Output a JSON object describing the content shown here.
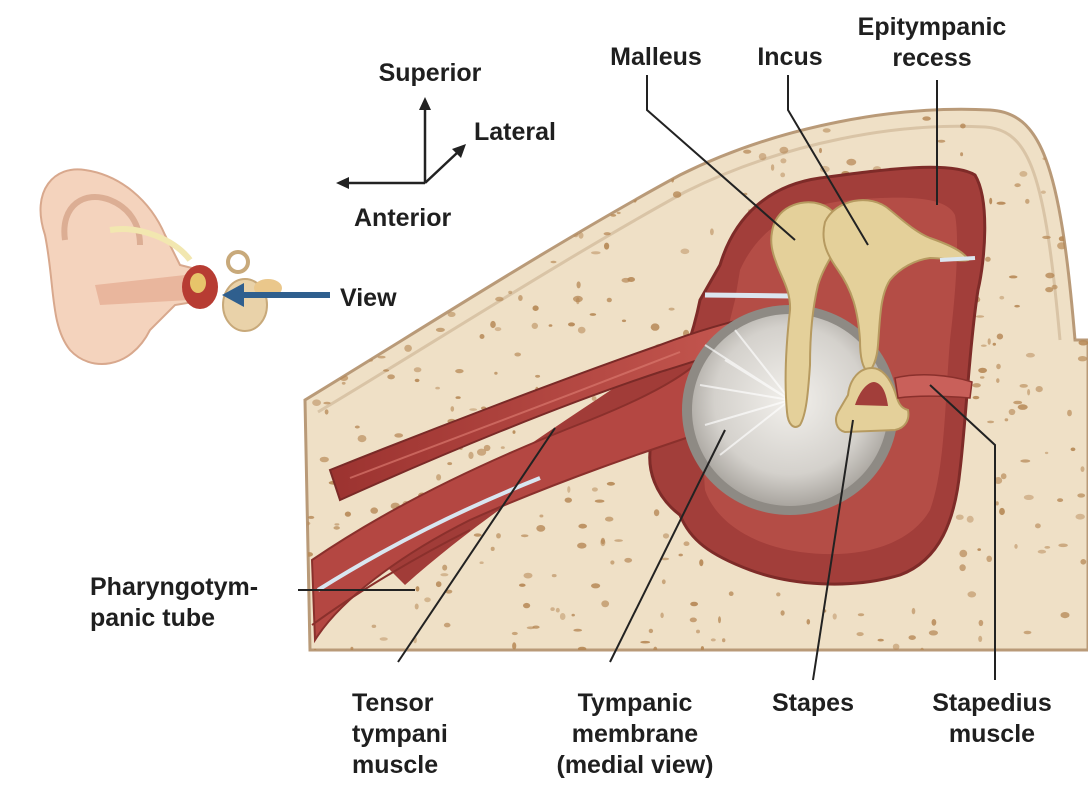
{
  "orientation": {
    "superior": "Superior",
    "lateral": "Lateral",
    "anterior": "Anterior"
  },
  "view_label": "View",
  "labels": {
    "malleus": "Malleus",
    "incus": "Incus",
    "epitympanic": [
      "Epitympanic",
      "recess"
    ],
    "pharyngotympanic": [
      "Pharyngotym-",
      "panic tube"
    ],
    "tensor": [
      "Tensor",
      "tympani",
      "muscle"
    ],
    "tympanic": [
      "Tympanic",
      "membrane",
      "(medial view)"
    ],
    "stapes": "Stapes",
    "stapedius": [
      "Stapedius",
      "muscle"
    ]
  },
  "colors": {
    "bone": "#efe0c6",
    "bone_speck": "#b48552",
    "cavity": "#a23e3a",
    "cavity_light": "#c25a50",
    "muscle": "#b84a45",
    "ossicle": "#e4d09a",
    "membrane": "#c8c6c2",
    "arrow": "#2f5f8e",
    "leader": "#222222"
  }
}
